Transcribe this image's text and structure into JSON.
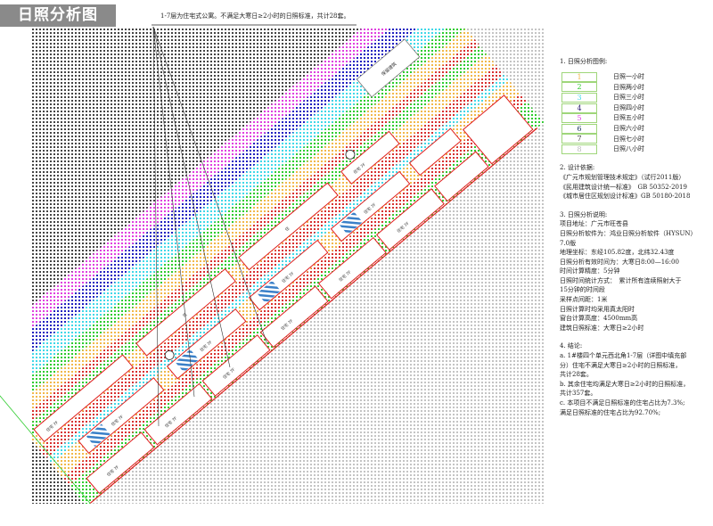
{
  "title": "日照分析图",
  "note": "1-7层为住宅式公寓。不满足大寒日≥2小时的日照标准，共计28套。",
  "map": {
    "retained_building_label": "保留建筑",
    "building_label": "住宅 7F",
    "building_short": "住"
  },
  "legend": {
    "heading": "1. 日照分析图例:",
    "items": [
      {
        "num": "1",
        "label": "日照一小时",
        "color": "#f2b84a"
      },
      {
        "num": "2",
        "label": "日照两小时",
        "color": "#2ecc2e"
      },
      {
        "num": "3",
        "label": "日照三小时",
        "color": "#40d8e8"
      },
      {
        "num": "4",
        "label": "日照四小时",
        "color": "#2a1a70"
      },
      {
        "num": "5",
        "label": "日照五小时",
        "color": "#e040e0"
      },
      {
        "num": "6",
        "label": "日照六小时",
        "color": "#14305a"
      },
      {
        "num": "7",
        "label": "日照七小时",
        "color": "#333333"
      },
      {
        "num": "8",
        "label": "日照八小时",
        "color": "#bbbbbb"
      }
    ]
  },
  "basis": {
    "heading": "2. 设计依据:",
    "lines": [
      "《广元市规划管理技术规定》（试行2011版）",
      "《民用建筑设计统一标准》　GB 50352-2019",
      "《城市居住区规划设计标准》GB 50180-2018"
    ]
  },
  "explain": {
    "heading": "3. 日照分析说明:",
    "lines": [
      "项目地址：广元市旺苍县",
      "日照分析软件为：鸿业日照分析软件（HYSUN）",
      "7.0版",
      "地理坐标：东经105.82度，北纬32.43度",
      "日照分析有效时间为：大寒日8:00—16:00",
      "时间计算精度：5分钟",
      "日照时间统计方式：　累计所有连续照射大于",
      "15分钟的时间段",
      "采样点间距：1米",
      "日照计算时均采用真太阳时",
      "窗台计算高度：4500mm高",
      "建筑日照标准：大寒日≥2小时"
    ]
  },
  "conclusion": {
    "heading": "4. 结论:",
    "lines": [
      "a. 1#楼四个单元西北角1-7层（详图中填充部",
      "分）住宅不满足大寒日≥2小时的日照标准，",
      "共计28套。",
      "b. 其余住宅均满足大寒日≥2小时的日照标准，",
      "共计357套。",
      "c. 本项目不满足日照标准的住宅占比为7.3%;",
      "满足日照标准的住宅占比为92.70%;"
    ]
  }
}
